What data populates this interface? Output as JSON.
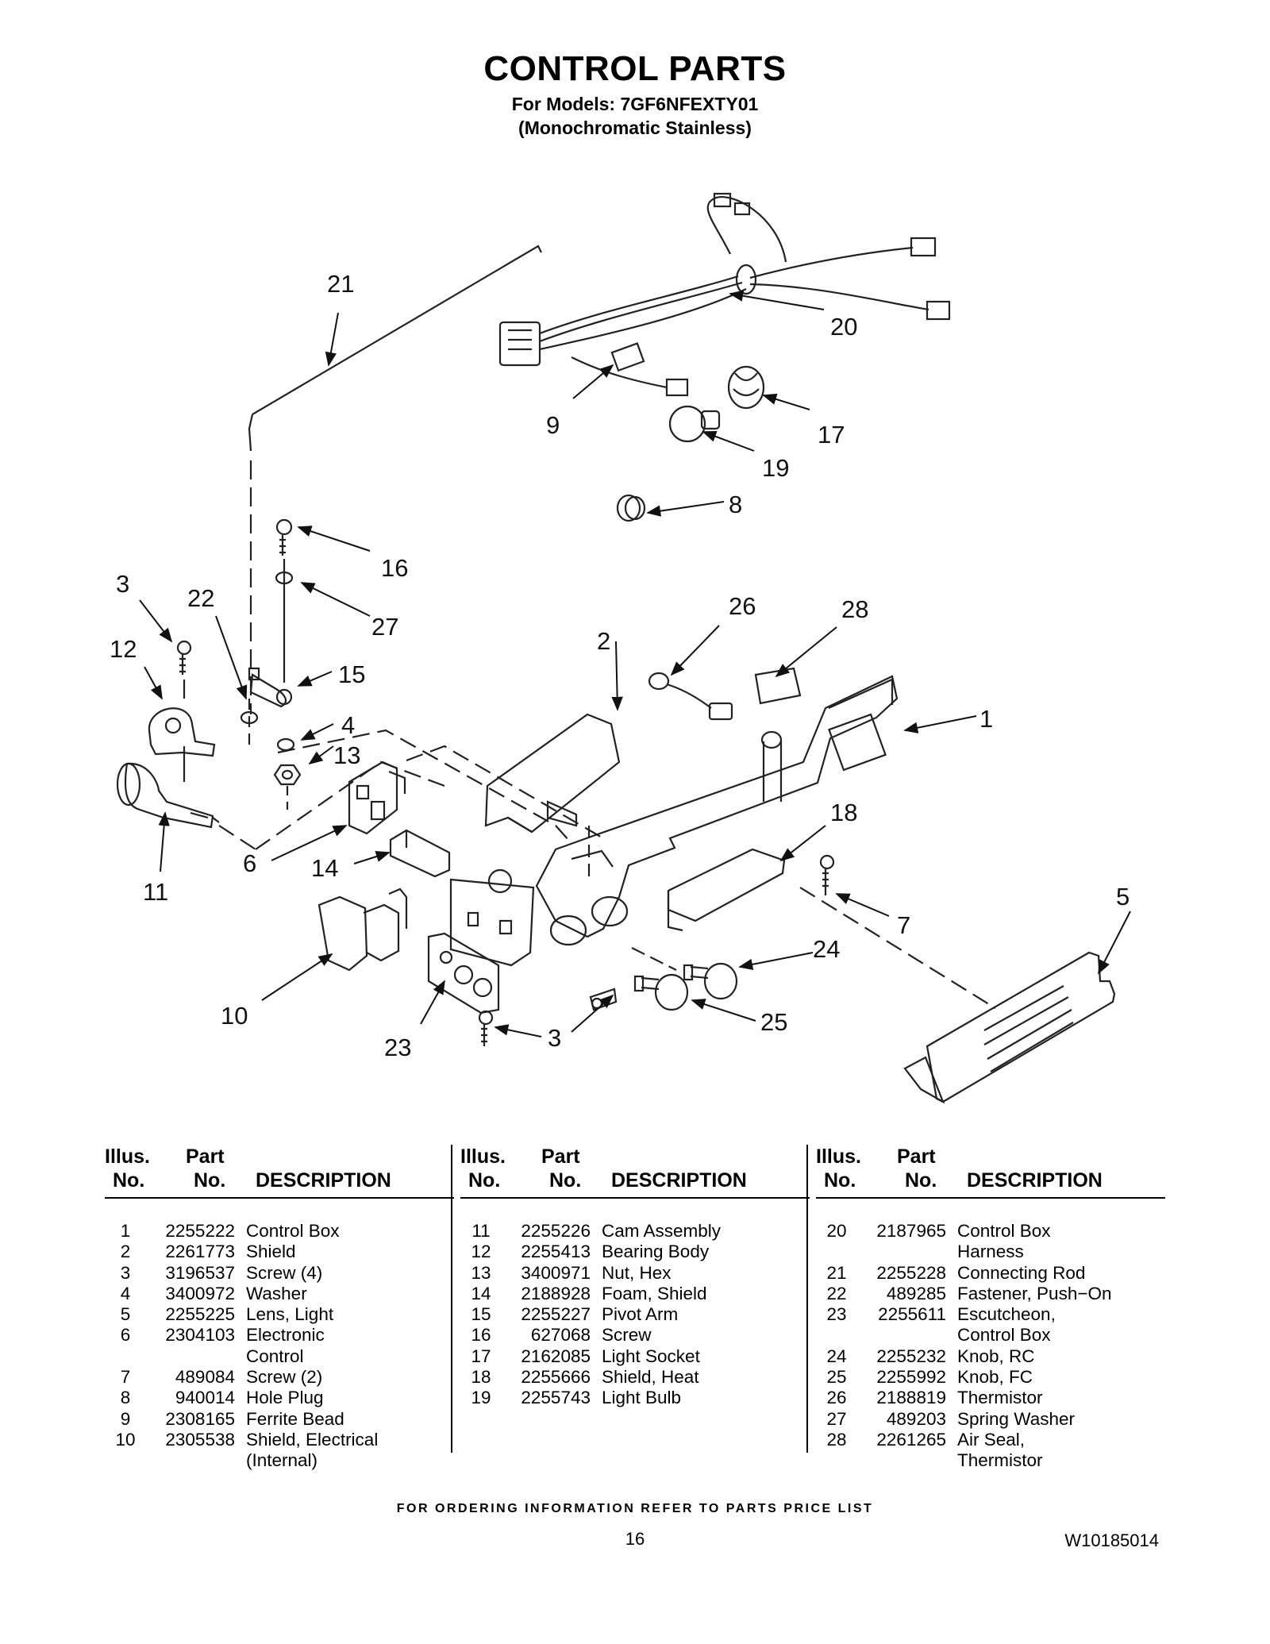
{
  "header": {
    "title": "CONTROL PARTS",
    "models_line": "For Models: 7GF6NFEXTY01",
    "finish_line": "(Monochromatic Stainless)"
  },
  "diagram": {
    "callouts": [
      "21",
      "20",
      "9",
      "17",
      "19",
      "8",
      "16",
      "3",
      "22",
      "27",
      "26",
      "28",
      "12",
      "15",
      "2",
      "4",
      "13",
      "1",
      "18",
      "6",
      "14",
      "11",
      "5",
      "7",
      "24",
      "10",
      "3",
      "25",
      "23"
    ]
  },
  "parts_table": {
    "header": {
      "illus_top": "Illus.",
      "illus_bottom": "No.",
      "part_top": "Part",
      "part_bottom": "No.",
      "description": "DESCRIPTION"
    },
    "columns": [
      [
        {
          "illus": "1",
          "part": "2255222",
          "desc": "Control Box"
        },
        {
          "illus": "2",
          "part": "2261773",
          "desc": "Shield"
        },
        {
          "illus": "3",
          "part": "3196537",
          "desc": "Screw (4)"
        },
        {
          "illus": "4",
          "part": "3400972",
          "desc": "Washer"
        },
        {
          "illus": "5",
          "part": "2255225",
          "desc": "Lens, Light"
        },
        {
          "illus": "6",
          "part": "2304103",
          "desc": "Electronic"
        },
        {
          "illus": "",
          "part": "",
          "desc": "Control"
        },
        {
          "illus": "7",
          "part": "489084",
          "desc": "Screw (2)"
        },
        {
          "illus": "8",
          "part": "940014",
          "desc": "Hole Plug"
        },
        {
          "illus": "9",
          "part": "2308165",
          "desc": "Ferrite Bead"
        },
        {
          "illus": "10",
          "part": "2305538",
          "desc": "Shield, Electrical"
        },
        {
          "illus": "",
          "part": "",
          "desc": "(Internal)"
        }
      ],
      [
        {
          "illus": "11",
          "part": "2255226",
          "desc": "Cam Assembly"
        },
        {
          "illus": "12",
          "part": "2255413",
          "desc": "Bearing Body"
        },
        {
          "illus": "13",
          "part": "3400971",
          "desc": "Nut, Hex"
        },
        {
          "illus": "14",
          "part": "2188928",
          "desc": "Foam, Shield"
        },
        {
          "illus": "15",
          "part": "2255227",
          "desc": "Pivot Arm"
        },
        {
          "illus": "16",
          "part": "627068",
          "desc": "Screw"
        },
        {
          "illus": "17",
          "part": "2162085",
          "desc": "Light Socket"
        },
        {
          "illus": "18",
          "part": "2255666",
          "desc": "Shield, Heat"
        },
        {
          "illus": "19",
          "part": "2255743",
          "desc": "Light Bulb"
        }
      ],
      [
        {
          "illus": "20",
          "part": "2187965",
          "desc": "Control Box"
        },
        {
          "illus": "",
          "part": "",
          "desc": "Harness"
        },
        {
          "illus": "21",
          "part": "2255228",
          "desc": "Connecting Rod"
        },
        {
          "illus": "22",
          "part": "489285",
          "desc": "Fastener, Push−On"
        },
        {
          "illus": "23",
          "part": "2255611",
          "desc": "Escutcheon,"
        },
        {
          "illus": "",
          "part": "",
          "desc": "Control Box"
        },
        {
          "illus": "24",
          "part": "2255232",
          "desc": "Knob, RC"
        },
        {
          "illus": "25",
          "part": "2255992",
          "desc": "Knob, FC"
        },
        {
          "illus": "26",
          "part": "2188819",
          "desc": "Thermistor"
        },
        {
          "illus": "27",
          "part": "489203",
          "desc": "Spring Washer"
        },
        {
          "illus": "28",
          "part": "2261265",
          "desc": "Air Seal,"
        },
        {
          "illus": "",
          "part": "",
          "desc": "Thermistor"
        }
      ]
    ]
  },
  "footer": {
    "ordering_note": "FOR ORDERING INFORMATION REFER TO PARTS PRICE LIST",
    "page_number": "16",
    "document_id": "W10185014"
  }
}
